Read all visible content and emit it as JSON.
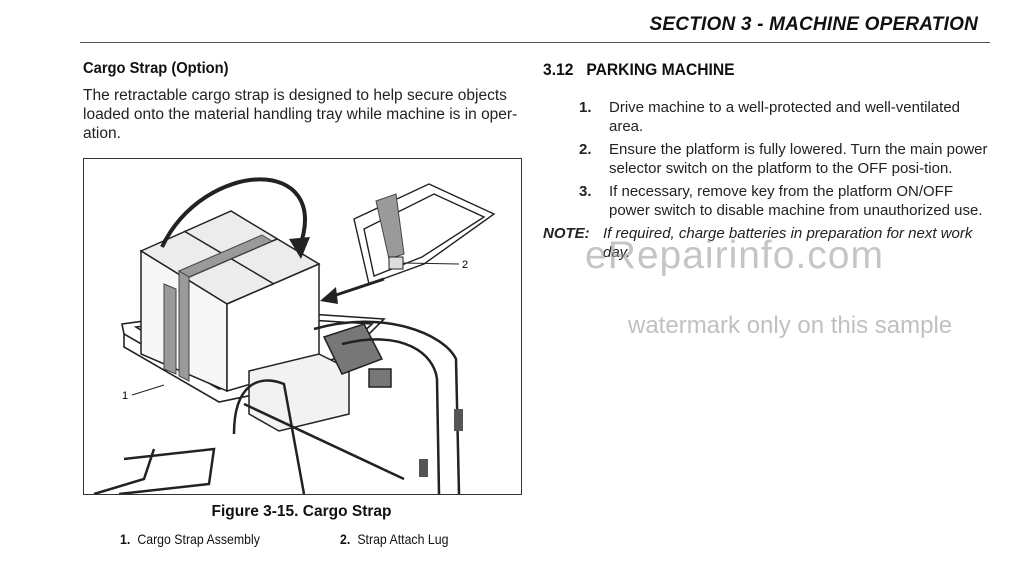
{
  "header": {
    "section_title": "SECTION 3 - MACHINE OPERATION"
  },
  "left": {
    "heading": "Cargo Strap (Option)",
    "intro": "The retractable cargo strap is designed to help secure objects loaded onto the material handling tray while machine is in oper-ation."
  },
  "figure": {
    "caption": "Figure 3-15. Cargo Strap",
    "callout_1": "1",
    "callout_2": "2",
    "legend": [
      {
        "num": "1.",
        "label": "Cargo Strap Assembly"
      },
      {
        "num": "2.",
        "label": "Strap Attach Lug"
      }
    ]
  },
  "right": {
    "section_number": "3.12",
    "heading": "PARKING MACHINE",
    "steps": [
      {
        "num": "1.",
        "text": "Drive machine to a well-protected and well-ventilated area."
      },
      {
        "num": "2.",
        "text": "Ensure the platform is fully lowered. Turn the main power selector switch on the platform to the OFF posi-tion."
      },
      {
        "num": "3.",
        "text": "If necessary, remove key from the platform ON/OFF power switch to disable machine from unauthorized use."
      }
    ],
    "note_label": "NOTE:",
    "note_text": "If required, charge batteries in preparation for next work day."
  },
  "watermark": {
    "site": "eRepairinfo.com",
    "sample": "watermark only on this sample"
  }
}
